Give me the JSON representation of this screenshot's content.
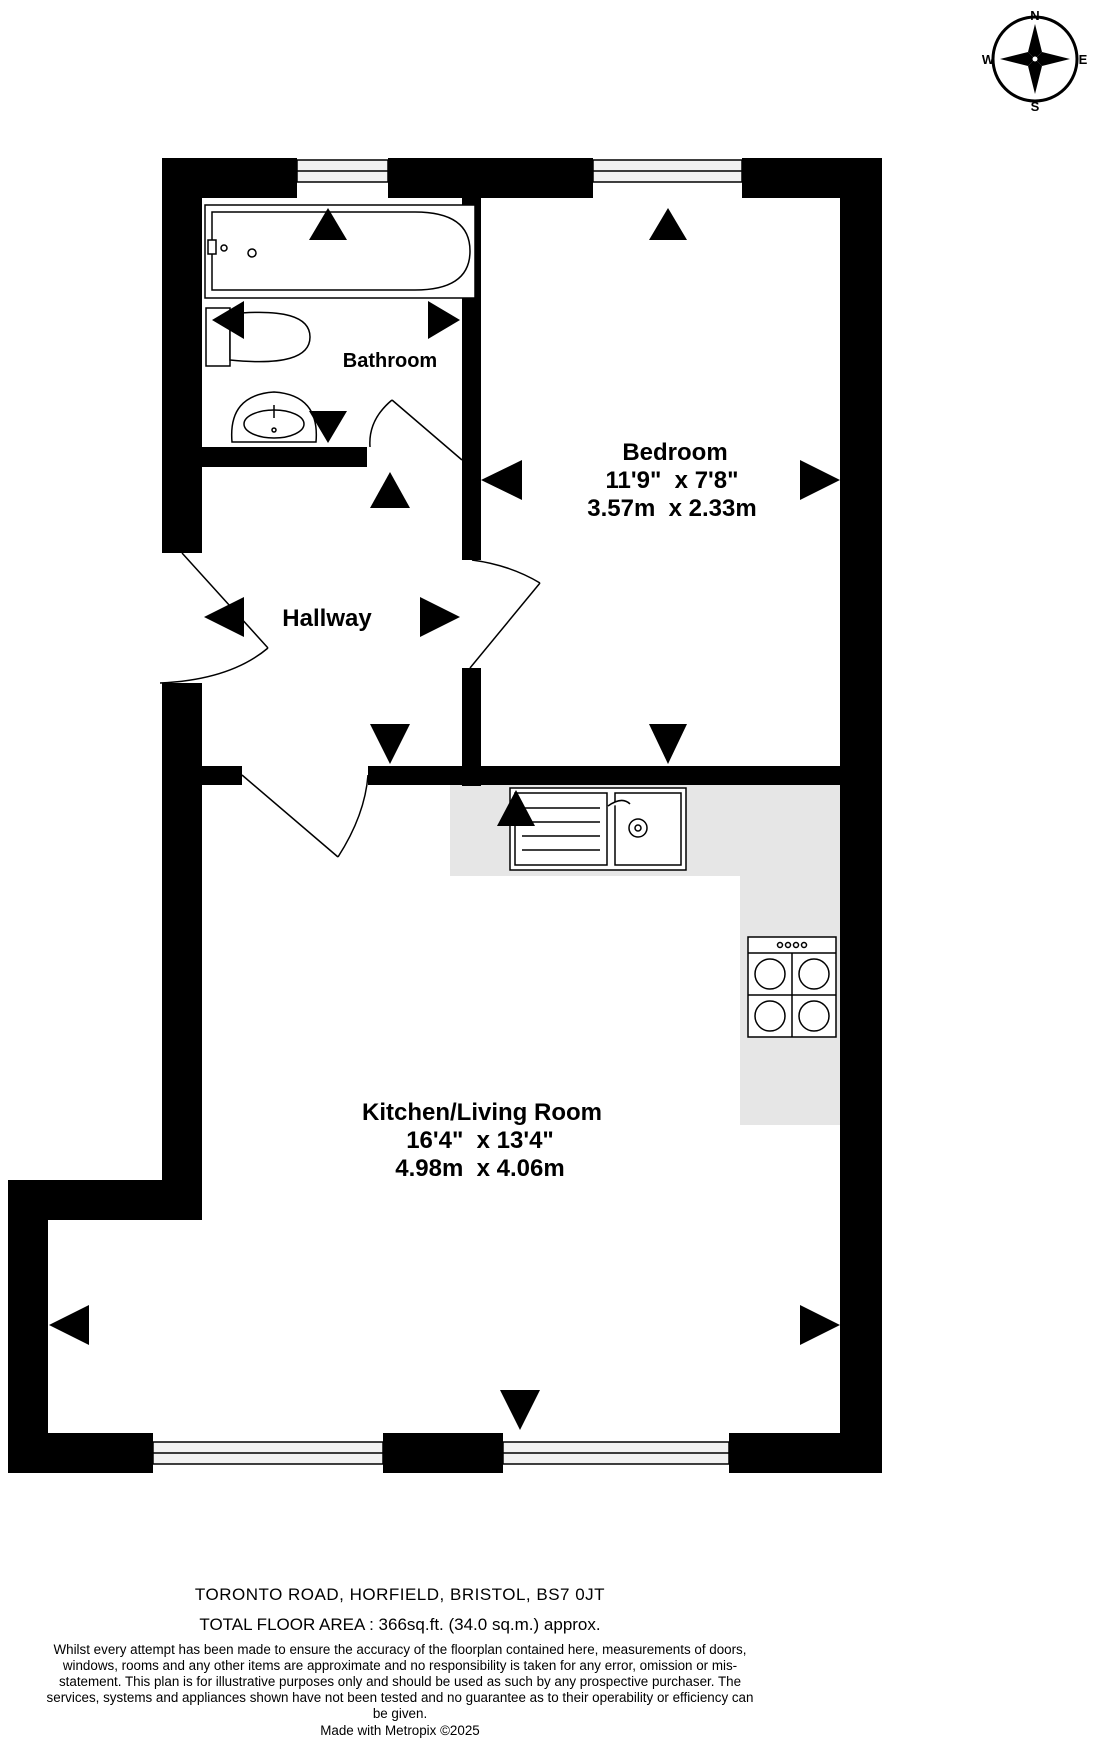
{
  "compass": {
    "n": "N",
    "e": "E",
    "s": "S",
    "w": "W"
  },
  "rooms": {
    "bathroom": {
      "name": "Bathroom"
    },
    "bedroom": {
      "name": "Bedroom",
      "imperial": "11'9\"  x 7'8\"",
      "metric": "3.57m  x 2.33m"
    },
    "hallway": {
      "name": "Hallway"
    },
    "kitchen": {
      "name": "Kitchen/Living Room",
      "imperial": "16'4\"  x 13'4\"",
      "metric": "4.98m  x 4.06m"
    }
  },
  "footer": {
    "address": "TORONTO ROAD, HORFIELD, BRISTOL, BS7 0JT",
    "area": "TOTAL FLOOR AREA : 366sq.ft. (34.0 sq.m.) approx.",
    "disclaimer": "Whilst every attempt has been made to ensure the accuracy of the floorplan contained here, measurements of doors, windows, rooms and any other items are approximate and no responsibility is taken for any error, omission or mis-statement. This plan is for illustrative purposes only and should be used as such by any prospective purchaser. The services, systems and appliances shown have not been tested and no guarantee as to their operability or efficiency can be given.",
    "made_with": "Made with Metropix ©2025"
  },
  "colors": {
    "wall": "#000000",
    "worktop": "#e6e6e6",
    "window_glass": "#f2f2f2",
    "background": "#ffffff"
  }
}
